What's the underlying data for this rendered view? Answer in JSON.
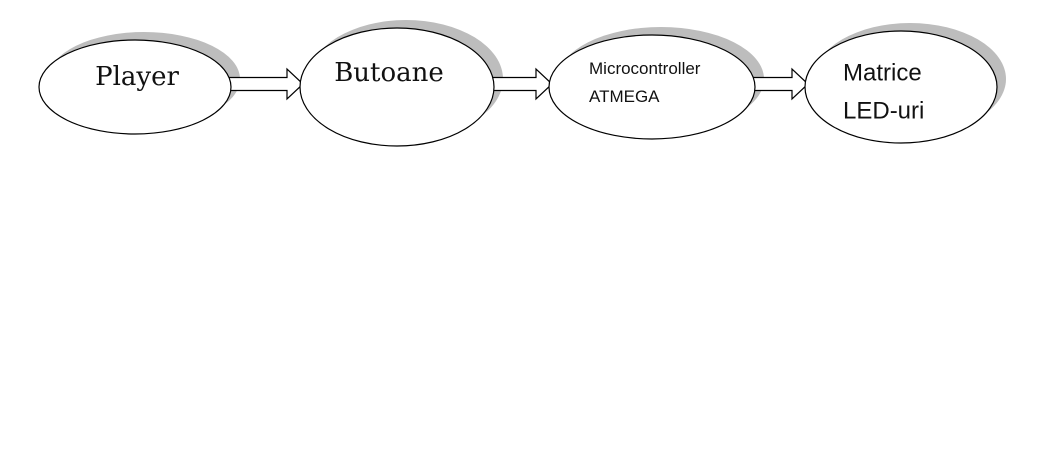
{
  "diagram": {
    "nodes": [
      {
        "id": "player",
        "lines": [
          "Player"
        ]
      },
      {
        "id": "butoane",
        "lines": [
          "Butoane"
        ]
      },
      {
        "id": "microcontroller",
        "lines": [
          "Microcontroller",
          "ATMEGA"
        ]
      },
      {
        "id": "matrice",
        "lines": [
          "Matrice",
          "LED-uri"
        ]
      }
    ],
    "edges": [
      {
        "from": "player",
        "to": "butoane"
      },
      {
        "from": "butoane",
        "to": "microcontroller"
      },
      {
        "from": "microcontroller",
        "to": "matrice"
      }
    ],
    "colors": {
      "shadow": "#bdbdbd",
      "stroke": "#000000",
      "fill": "#ffffff"
    }
  }
}
